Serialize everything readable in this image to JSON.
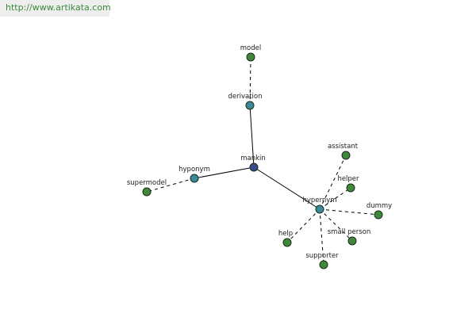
{
  "header": {
    "url": "http://www.artikata.com"
  },
  "colors": {
    "root": "#3a4a8a",
    "relation": "#3a8a9a",
    "leaf": "#3f8a3a",
    "url_text": "#3a8a3a",
    "url_bg": "#eeeeee"
  },
  "graph": {
    "nodes": [
      {
        "id": "mankin",
        "label": "mankin",
        "kind": "root"
      },
      {
        "id": "derivation",
        "label": "derivation",
        "kind": "relation"
      },
      {
        "id": "hyponym",
        "label": "hyponym",
        "kind": "relation"
      },
      {
        "id": "hypernym",
        "label": "hypernym",
        "kind": "relation"
      },
      {
        "id": "model",
        "label": "model",
        "kind": "leaf"
      },
      {
        "id": "supermodel",
        "label": "supermodel",
        "kind": "leaf"
      },
      {
        "id": "assistant",
        "label": "assistant",
        "kind": "leaf"
      },
      {
        "id": "helper",
        "label": "helper",
        "kind": "leaf"
      },
      {
        "id": "dummy",
        "label": "dummy",
        "kind": "leaf"
      },
      {
        "id": "small-person",
        "label": "small person",
        "kind": "leaf"
      },
      {
        "id": "supporter",
        "label": "supporter",
        "kind": "leaf"
      },
      {
        "id": "help",
        "label": "help",
        "kind": "leaf"
      }
    ],
    "edges": [
      {
        "from": "mankin",
        "to": "derivation",
        "style": "solid"
      },
      {
        "from": "mankin",
        "to": "hyponym",
        "style": "solid"
      },
      {
        "from": "mankin",
        "to": "hypernym",
        "style": "solid"
      },
      {
        "from": "derivation",
        "to": "model",
        "style": "dashed"
      },
      {
        "from": "hyponym",
        "to": "supermodel",
        "style": "dashed"
      },
      {
        "from": "hypernym",
        "to": "assistant",
        "style": "dashed"
      },
      {
        "from": "hypernym",
        "to": "helper",
        "style": "dashed"
      },
      {
        "from": "hypernym",
        "to": "dummy",
        "style": "dashed"
      },
      {
        "from": "hypernym",
        "to": "small-person",
        "style": "dashed"
      },
      {
        "from": "hypernym",
        "to": "supporter",
        "style": "dashed"
      },
      {
        "from": "hypernym",
        "to": "help",
        "style": "dashed"
      }
    ]
  }
}
